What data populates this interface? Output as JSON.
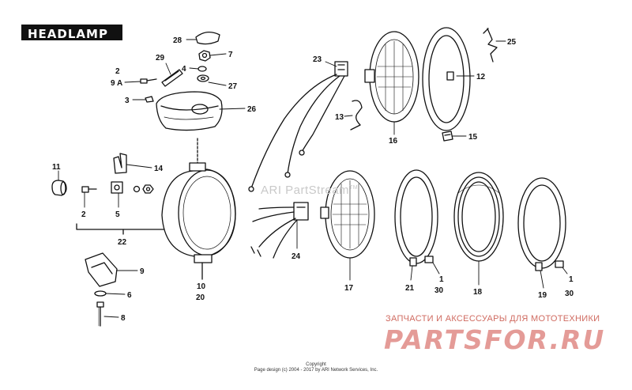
{
  "title": "HEADLAMP",
  "callouts": [
    {
      "id": "c28",
      "text": "28"
    },
    {
      "id": "c7",
      "text": "7"
    },
    {
      "id": "c29",
      "text": "29"
    },
    {
      "id": "c4",
      "text": "4"
    },
    {
      "id": "c27",
      "text": "27"
    },
    {
      "id": "c2a",
      "text": "2"
    },
    {
      "id": "c9a",
      "text": "9 A"
    },
    {
      "id": "c3",
      "text": "3"
    },
    {
      "id": "c26",
      "text": "26"
    },
    {
      "id": "c23",
      "text": "23"
    },
    {
      "id": "c25",
      "text": "25"
    },
    {
      "id": "c12",
      "text": "12"
    },
    {
      "id": "c13",
      "text": "13"
    },
    {
      "id": "c16",
      "text": "16"
    },
    {
      "id": "c15",
      "text": "15"
    },
    {
      "id": "c11",
      "text": "11"
    },
    {
      "id": "c14",
      "text": "14"
    },
    {
      "id": "c2b",
      "text": "2"
    },
    {
      "id": "c5",
      "text": "5"
    },
    {
      "id": "c22",
      "text": "22"
    },
    {
      "id": "c9",
      "text": "9"
    },
    {
      "id": "c6",
      "text": "6"
    },
    {
      "id": "c8",
      "text": "8"
    },
    {
      "id": "c10",
      "text": "10"
    },
    {
      "id": "c20",
      "text": "20"
    },
    {
      "id": "c24",
      "text": "24"
    },
    {
      "id": "c17",
      "text": "17"
    },
    {
      "id": "c21",
      "text": "21"
    },
    {
      "id": "c1a",
      "text": "1"
    },
    {
      "id": "c30a",
      "text": "30"
    },
    {
      "id": "c18",
      "text": "18"
    },
    {
      "id": "c19",
      "text": "19"
    },
    {
      "id": "c1b",
      "text": "1"
    },
    {
      "id": "c30b",
      "text": "30"
    }
  ],
  "watermark": {
    "text": "ARI PartStream",
    "tm": "TM"
  },
  "promo": {
    "tagline": "ЗАПЧАСТИ И АКСЕССУАРЫ ДЛЯ МОТОТЕХНИКИ",
    "logo": "PARTSFOR.RU"
  },
  "footer": {
    "line1": "Copyright",
    "line2": "Page design (c) 2004 - 2017 by ARI Network Services, Inc."
  },
  "colors": {
    "ink": "#111111",
    "watermark": "#c9c9c9",
    "promo": "#c0392b"
  }
}
